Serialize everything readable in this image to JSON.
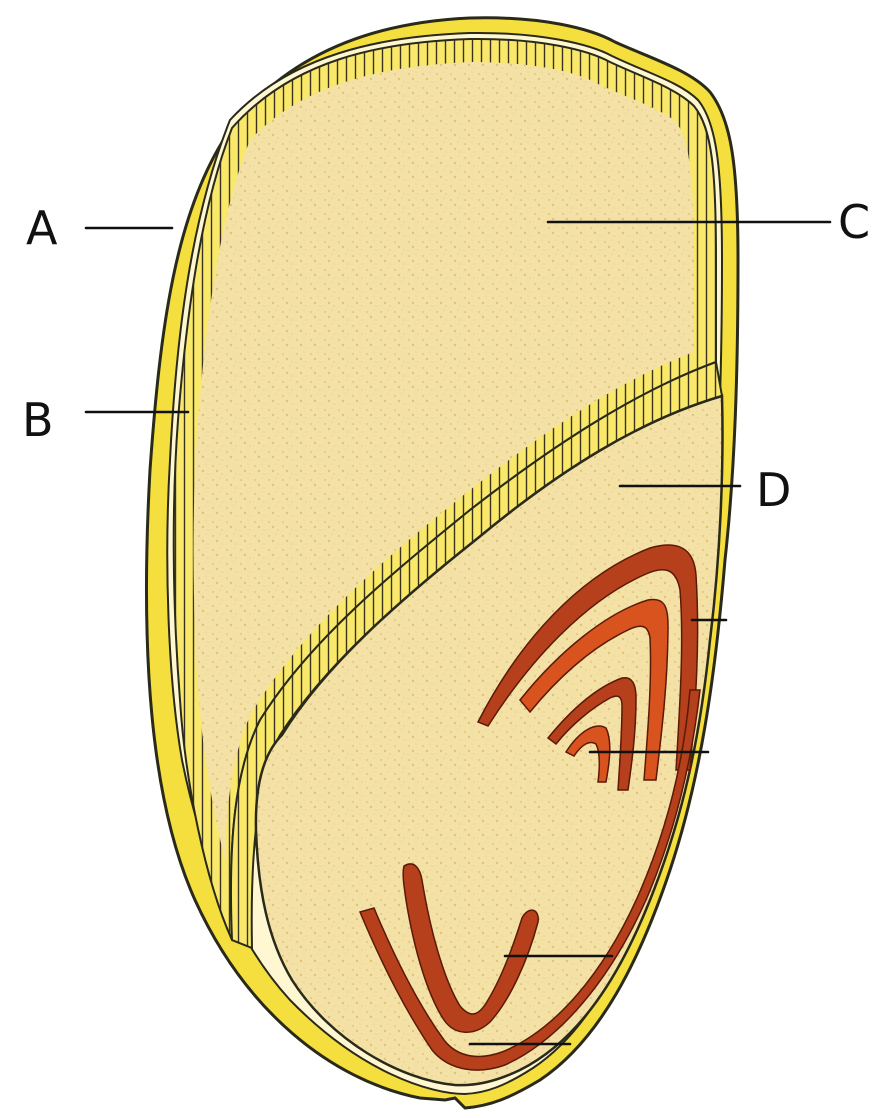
{
  "figure": {
    "colors": {
      "pericarp": "#f5df3f",
      "pericarp_cells": "#f9e86a",
      "endosperm": "#f4e1a6",
      "endosperm_speckle": "#e8c986",
      "embryo_fill": "#f3dfa0",
      "embryo_parts": "#b5401b",
      "embryo_parts_light": "#d8531d",
      "outline": "#2a2a1a"
    },
    "labels": {
      "a": "A",
      "b": "B",
      "c": "C",
      "d": "D"
    }
  }
}
